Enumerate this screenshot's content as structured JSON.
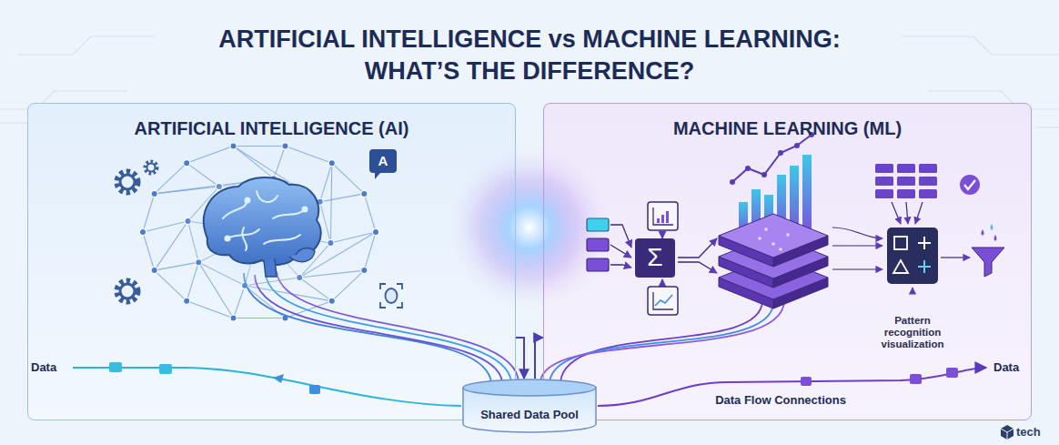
{
  "diagram": {
    "title": "ARTIFICIAL INTELLIGENCE vs MACHINE LEARNING: WHAT’S THE DIFFERENCE?",
    "nodes": [
      {
        "text": [
          "ARTIFICIAL INTELLIGENCE (AI)"
        ]
      },
      {
        "text": [
          "MACHINE LEARNING (ML)"
        ]
      },
      {
        "text": [
          "Shared Data Pool"
        ]
      }
    ],
    "edges": [
      {
        "from": 0,
        "to": 2,
        "arrow": "to"
      },
      {
        "from": 2,
        "to": 1,
        "arrow": "to"
      }
    ],
    "labels": [
      "A",
      "Σ",
      "Pattern recognition visualization",
      "Data",
      "Data",
      "Data Flow Connections",
      "tech"
    ]
  }
}
